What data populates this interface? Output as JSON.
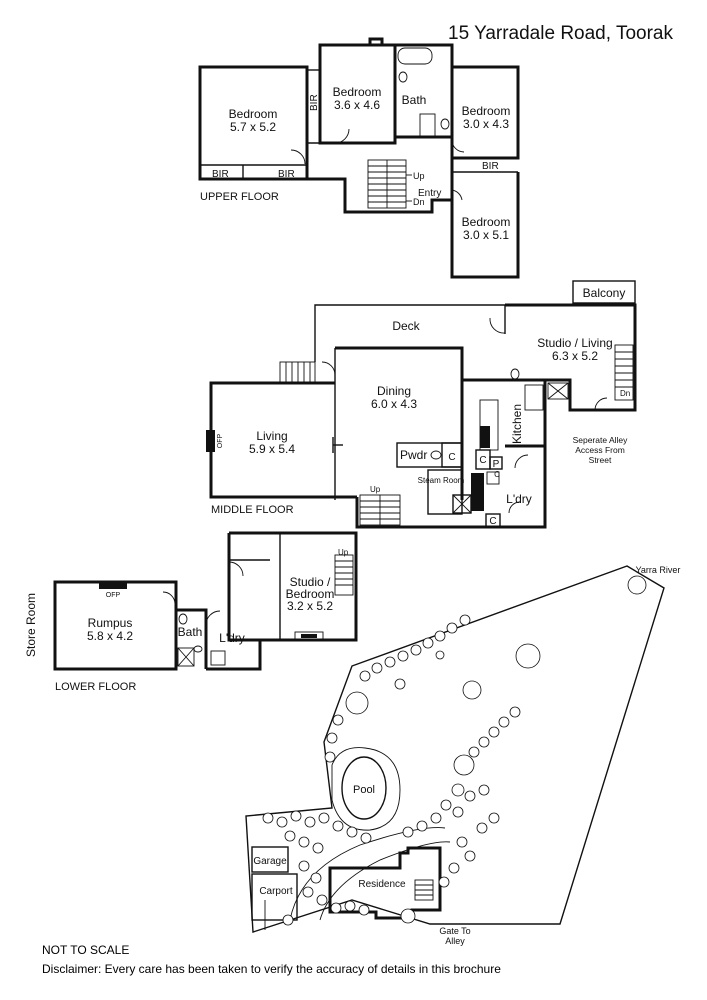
{
  "address": "15 Yarradale Road, Toorak",
  "floors": {
    "upper": {
      "label": "UPPER FLOOR",
      "bedroom1": {
        "name": "Bedroom",
        "size": "5.7 x 5.2"
      },
      "bedroom2": {
        "name": "Bedroom",
        "size": "3.6 x 4.6"
      },
      "bath": "Bath",
      "bedroom3": {
        "name": "Bedroom",
        "size": "3.0 x 4.3"
      },
      "bedroom4": {
        "name": "Bedroom",
        "size": "3.0 x 5.1"
      },
      "bir": "BIR",
      "up": "Up",
      "entry": "Entry",
      "dn": "Dn"
    },
    "middle": {
      "label": "MIDDLE FLOOR",
      "balcony": "Balcony",
      "deck": "Deck",
      "studio_living": {
        "name": "Studio / Living",
        "size": "6.3 x 5.2"
      },
      "dining": {
        "name": "Dining",
        "size": "6.0 x 4.3"
      },
      "living": {
        "name": "Living",
        "size": "5.9 x 5.4"
      },
      "kitchen": "Kitchen",
      "pwdr": "Pwdr",
      "c": "C",
      "p": "P",
      "steam_room": "Steam Room",
      "laundry": "L'dry",
      "ofp": "OFP",
      "up": "Up",
      "dn": "Dn",
      "alley_note": "Seperate Alley Access From Street"
    },
    "lower": {
      "label": "LOWER FLOOR",
      "store_room": "Store Room",
      "rumpus": {
        "name": "Rumpus",
        "size": "5.8 x 4.2"
      },
      "ofp": "OFP",
      "bath": "Bath",
      "laundry": "L'dry",
      "studio_bedroom": {
        "name": "Studio / Bedroom",
        "size": "3.2 x 5.2"
      },
      "up": "Up"
    }
  },
  "site": {
    "river": "Yarra River",
    "pool": "Pool",
    "residence": "Residence",
    "garage": "Garage",
    "carport": "Carport",
    "gate": "Gate To Alley"
  },
  "footer": {
    "scale": "NOT TO SCALE",
    "disclaimer": "Disclaimer: Every care has been taken to verify the accuracy of details in this brochure"
  }
}
